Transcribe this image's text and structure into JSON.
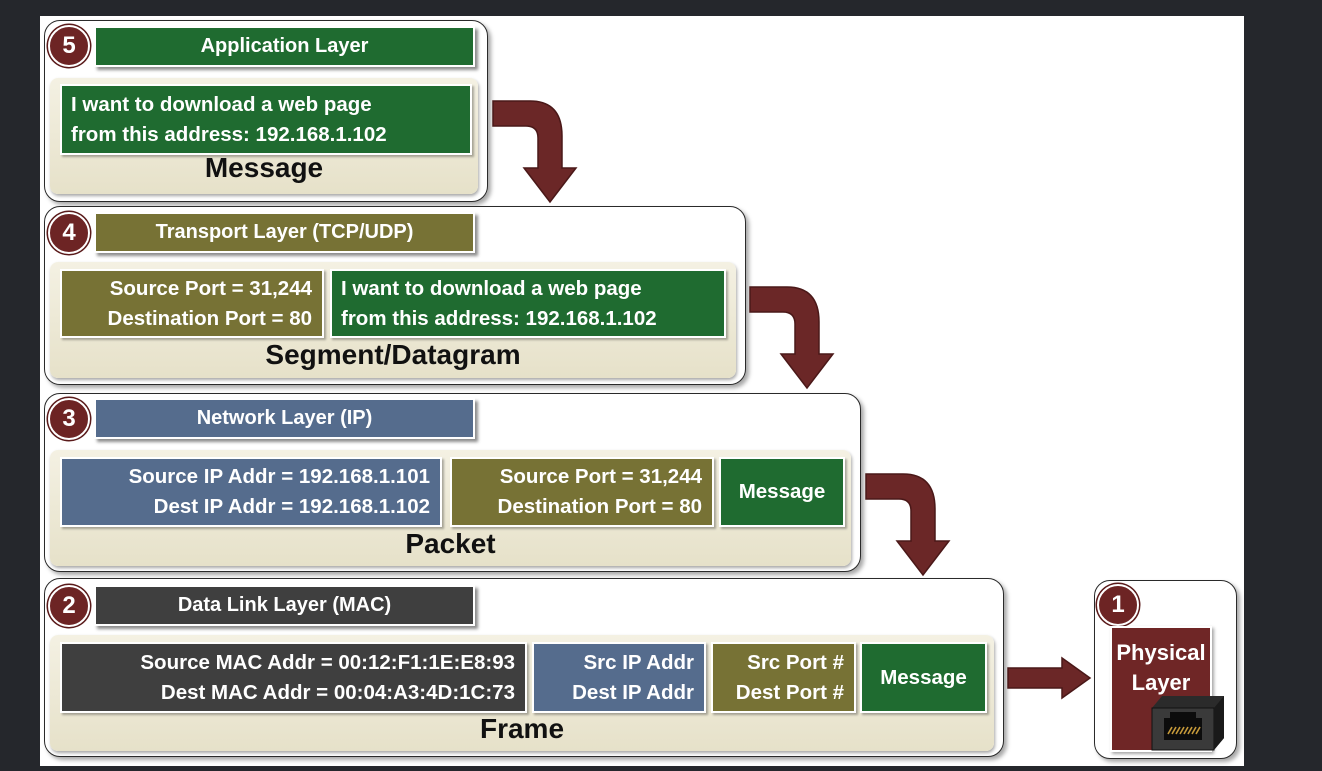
{
  "layers": {
    "application": {
      "number": "5",
      "title": "Application Layer",
      "message_line1": "I want to download a web page",
      "message_line2": "from this address: 192.168.1.102",
      "pdu": "Message"
    },
    "transport": {
      "number": "4",
      "title": "Transport Layer (TCP/UDP)",
      "ports_line1": "Source Port = 31,244",
      "ports_line2": "Destination Port = 80",
      "message_line1": "I want to download a web page",
      "message_line2": "from this address: 192.168.1.102",
      "pdu": "Segment/Datagram"
    },
    "network": {
      "number": "3",
      "title": "Network Layer (IP)",
      "ip_line1": "Source IP Addr = 192.168.1.101",
      "ip_line2": "Dest IP Addr = 192.168.1.102",
      "ports_line1": "Source Port = 31,244",
      "ports_line2": "Destination Port = 80",
      "message": "Message",
      "pdu": "Packet"
    },
    "datalink": {
      "number": "2",
      "title": "Data Link Layer (MAC)",
      "mac_line1": "Source MAC Addr = 00:12:F1:1E:E8:93",
      "mac_line2": "Dest MAC Addr = 00:04:A3:4D:1C:73",
      "ip_line1": "Src IP Addr",
      "ip_line2": "Dest IP Addr",
      "ports_line1": "Src Port #",
      "ports_line2": "Dest Port #",
      "message": "Message",
      "pdu": "Frame"
    },
    "physical": {
      "number": "1",
      "title_line1": "Physical",
      "title_line2": "Layer"
    }
  },
  "colors": {
    "application": "#1f6b30",
    "transport": "#777235",
    "network": "#556c8d",
    "datalink": "#3f3f3f",
    "physical": "#6f2626",
    "arrow": "#6b2727"
  },
  "icons": [
    "down-right-arrow-icon",
    "right-arrow-icon",
    "ethernet-port-icon"
  ]
}
